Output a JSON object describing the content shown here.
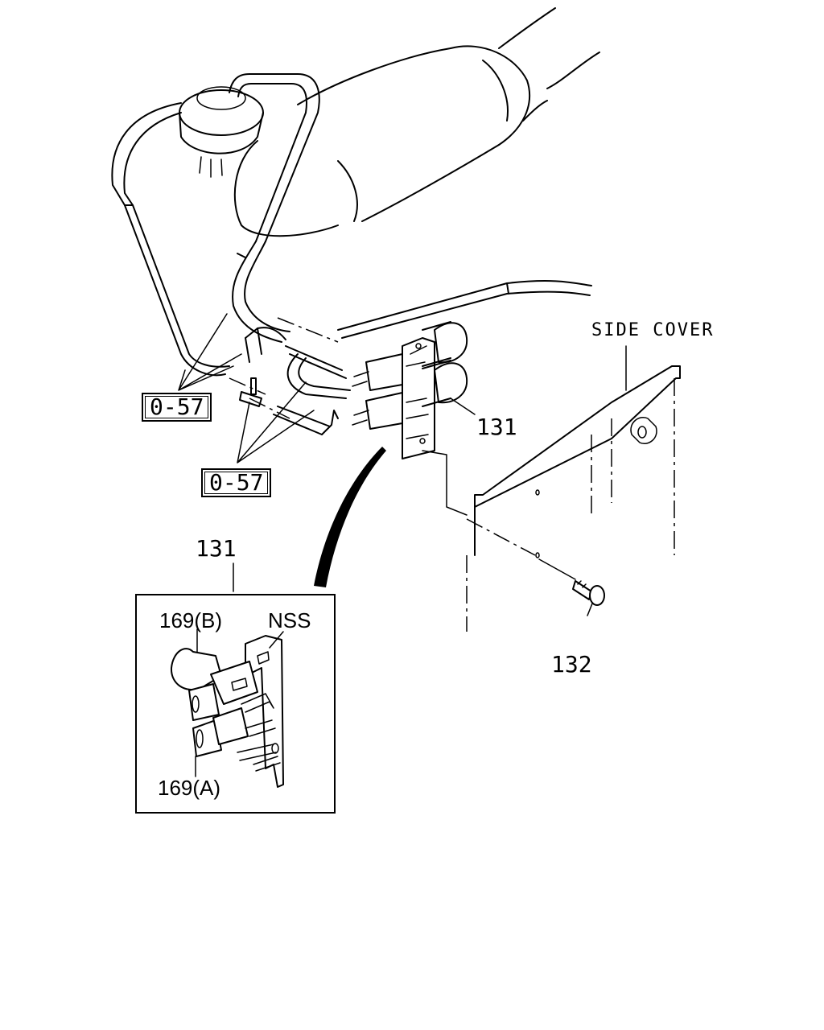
{
  "callouts": {
    "side_cover": "SIDE COVER",
    "ref_upper": "0-57",
    "ref_lower": "0-57",
    "part_131_main": "131",
    "part_131_detail": "131",
    "part_132": "132",
    "part_169b": "169(B)",
    "part_169a": "169(A)",
    "nss": "NSS"
  }
}
